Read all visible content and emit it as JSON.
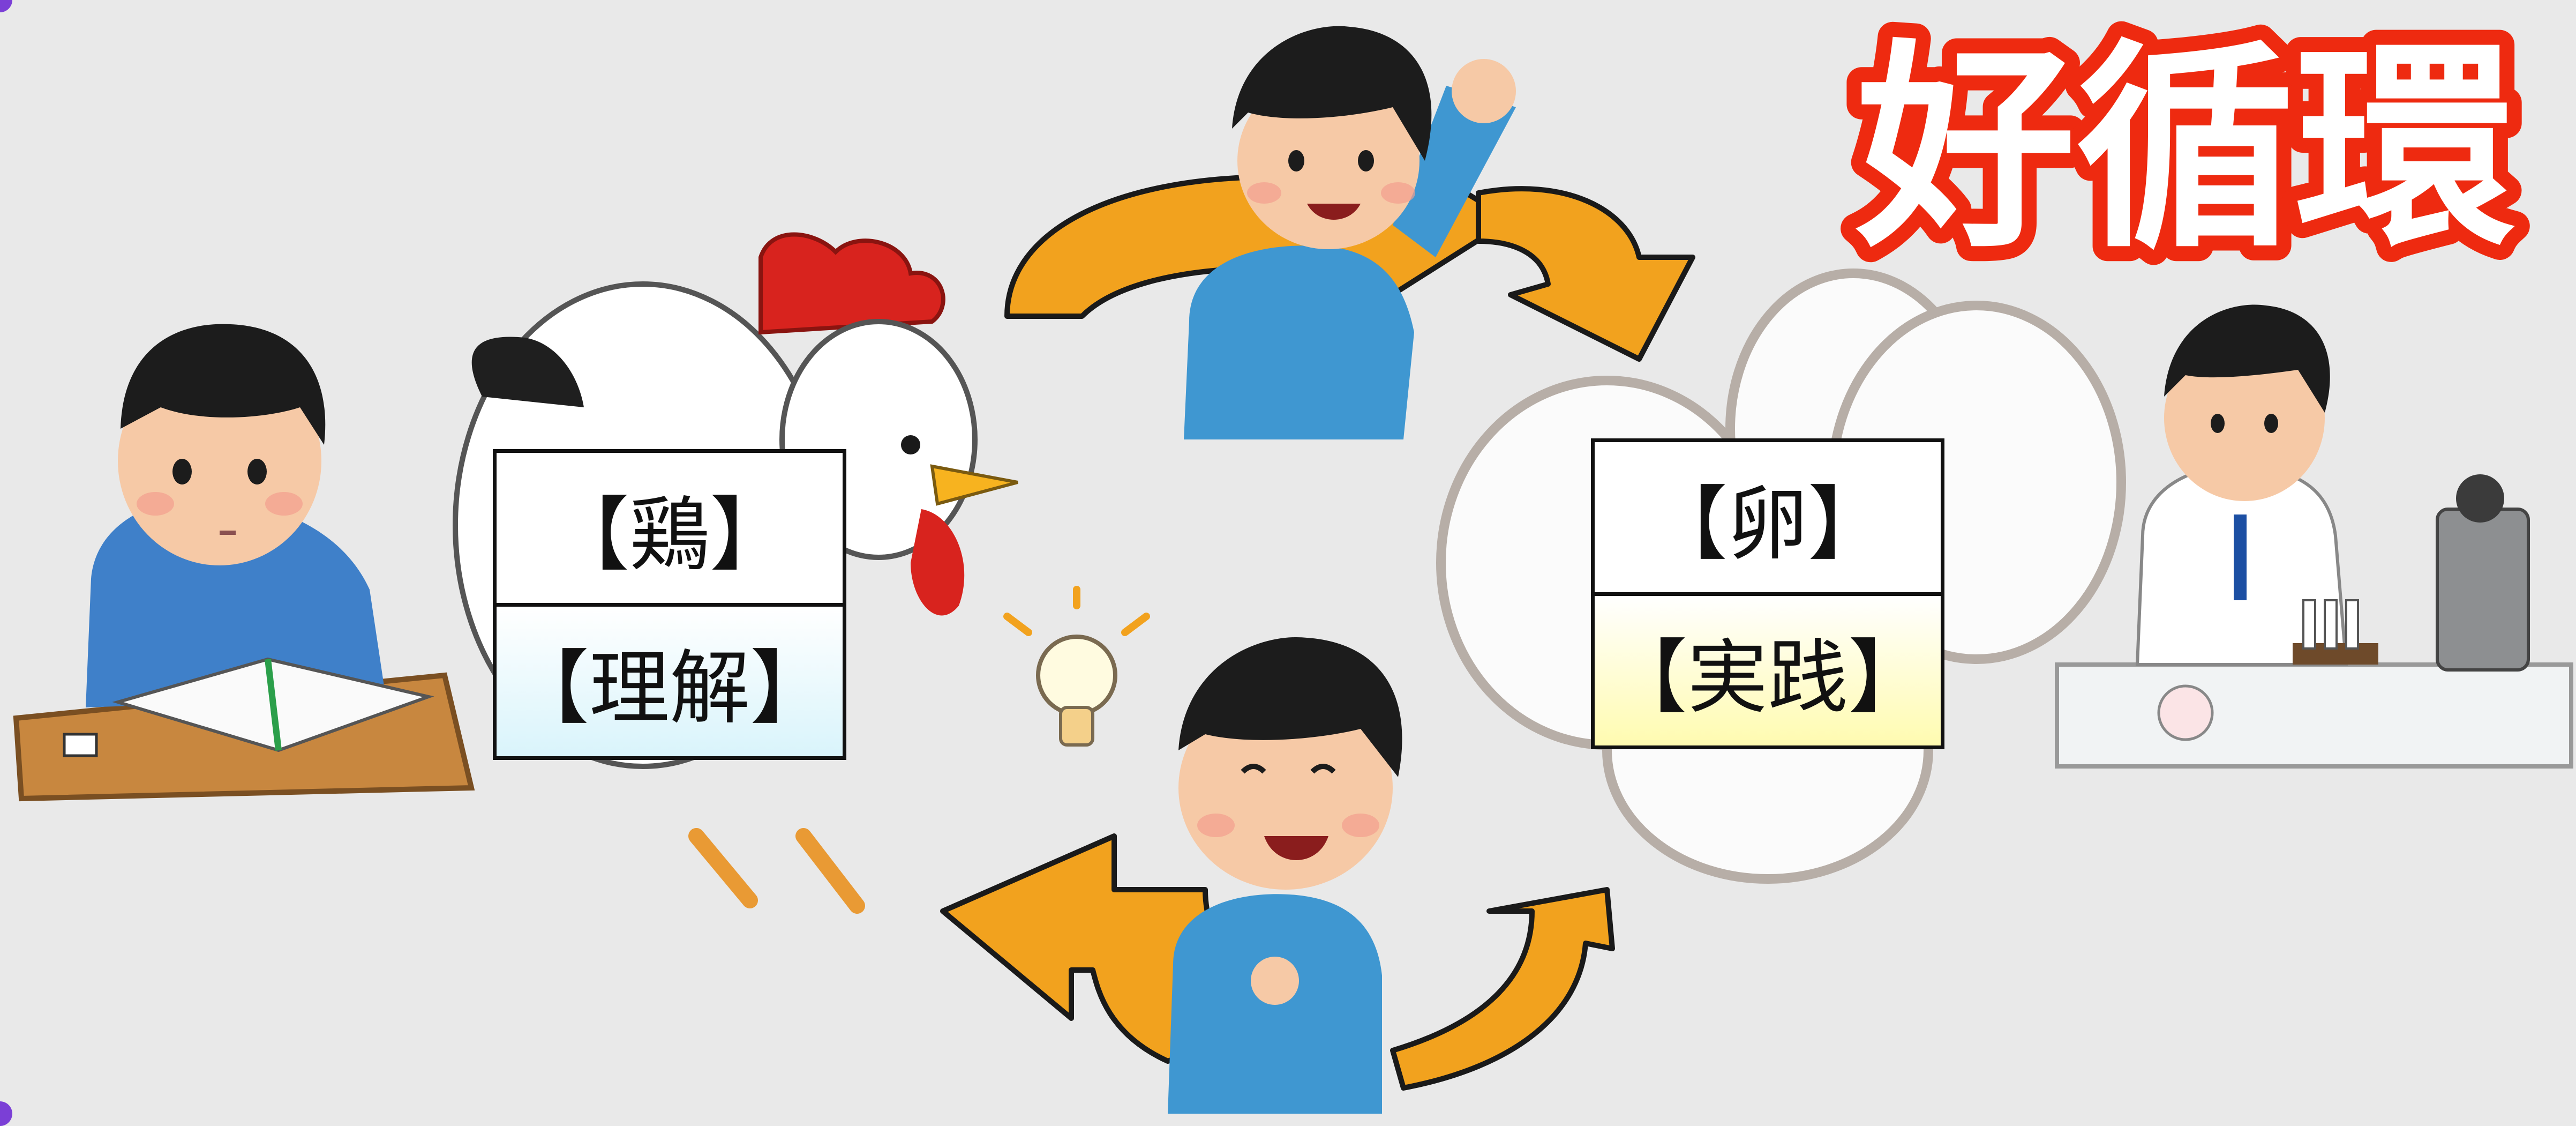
{
  "title": {
    "text": "好循環"
  },
  "labels": {
    "chicken": {
      "top": "【鶏】",
      "bottom": "【理解】"
    },
    "egg": {
      "top": "【卵】",
      "bottom": "【実践】"
    }
  },
  "colors": {
    "background": "#e9e9e9",
    "title_fill": "#ffffff",
    "title_stroke": "#ee2a10",
    "arrow": "#f2a21e",
    "understand_fill": "#d9f4fb",
    "practice_fill": "#fffbb0",
    "shirt": "#3f97d1"
  },
  "icons": [
    "studying-person",
    "chicken",
    "lightbulb-icon",
    "egg-cluster",
    "scientist-with-microscope",
    "cheering-person",
    "cycle-arrow"
  ]
}
